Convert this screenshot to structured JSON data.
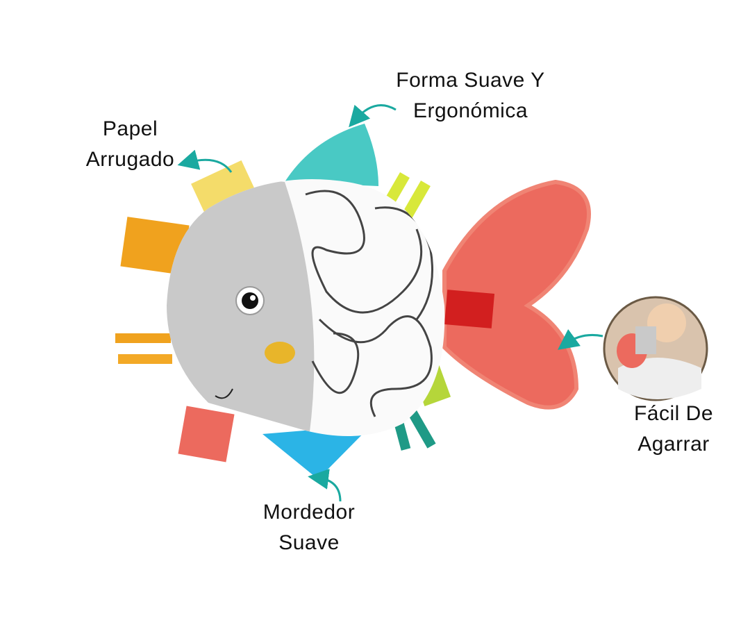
{
  "callouts": {
    "shape": {
      "line1": "Forma Suave Y",
      "line2": "Ergonómica"
    },
    "paper": {
      "line1": "Papel",
      "line2": "Arrugado"
    },
    "grip": {
      "line1": "Fácil De",
      "line2": "Agarrar"
    },
    "teether": {
      "line1": "Mordedor",
      "line2": "Suave"
    }
  },
  "colors": {
    "arrow": "#1aa9a0",
    "body_gray": "#c9c9c9",
    "fin_teal": "#49c9c4",
    "tail_coral": "#ec6a5e",
    "teether_blue": "#2bb4e6",
    "tag_orange": "#f0a21e",
    "tag_yellow": "#f4dc6a",
    "tag_lime": "#d8e83a",
    "tag_green": "#1f9a86",
    "strap_red": "#d21f1f"
  }
}
